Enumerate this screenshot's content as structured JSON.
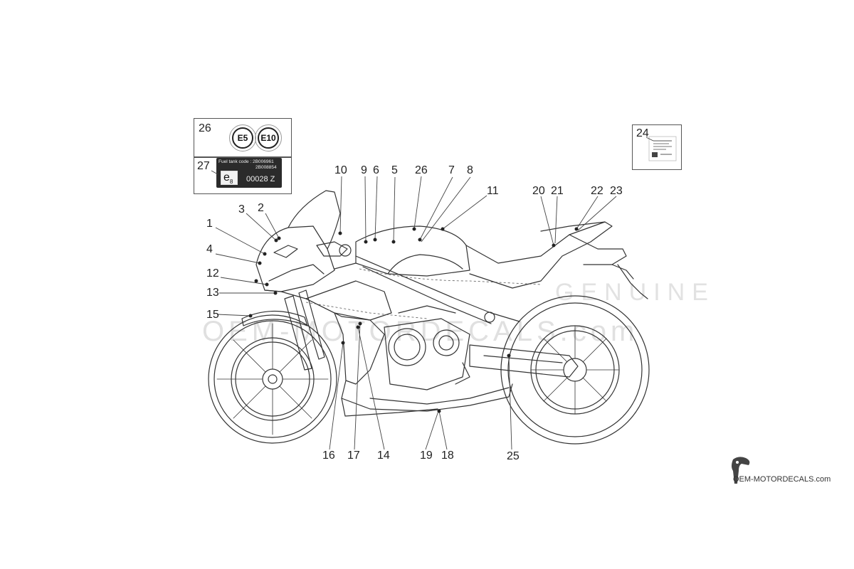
{
  "legend_boxes": {
    "box26": {
      "number": "26",
      "badges": [
        "E5",
        "E10"
      ]
    },
    "box27": {
      "number": "27",
      "fuel_tank_line": "Fuel tank code : 2B006961",
      "fuel_tank_line2": "2B008854",
      "e_mark": "e",
      "e_mark_sub": "8",
      "approval_number": "00028 Z"
    },
    "box24": {
      "number": "24"
    }
  },
  "callouts": [
    {
      "id": "1",
      "label": "1"
    },
    {
      "id": "2",
      "label": "2"
    },
    {
      "id": "3",
      "label": "3"
    },
    {
      "id": "4",
      "label": "4"
    },
    {
      "id": "5",
      "label": "5"
    },
    {
      "id": "6",
      "label": "6"
    },
    {
      "id": "7",
      "label": "7"
    },
    {
      "id": "8",
      "label": "8"
    },
    {
      "id": "9",
      "label": "9"
    },
    {
      "id": "10",
      "label": "10"
    },
    {
      "id": "11",
      "label": "11"
    },
    {
      "id": "12",
      "label": "12"
    },
    {
      "id": "13",
      "label": "13"
    },
    {
      "id": "14",
      "label": "14"
    },
    {
      "id": "15",
      "label": "15"
    },
    {
      "id": "16",
      "label": "16"
    },
    {
      "id": "17",
      "label": "17"
    },
    {
      "id": "18",
      "label": "18"
    },
    {
      "id": "19",
      "label": "19"
    },
    {
      "id": "20",
      "label": "20"
    },
    {
      "id": "21",
      "label": "21"
    },
    {
      "id": "22",
      "label": "22"
    },
    {
      "id": "23",
      "label": "23"
    },
    {
      "id": "25",
      "label": "25"
    },
    {
      "id": "26b",
      "label": "26"
    }
  ],
  "watermark": {
    "top": "GENUINE",
    "bottom": "OEM-MOTORDECALS.com"
  },
  "footer": {
    "brand": "OEM-MOTORDECALS.com"
  },
  "colors": {
    "line": "#333333",
    "watermark": "#d8d8d8",
    "label_bg": "#2b2b2b"
  }
}
